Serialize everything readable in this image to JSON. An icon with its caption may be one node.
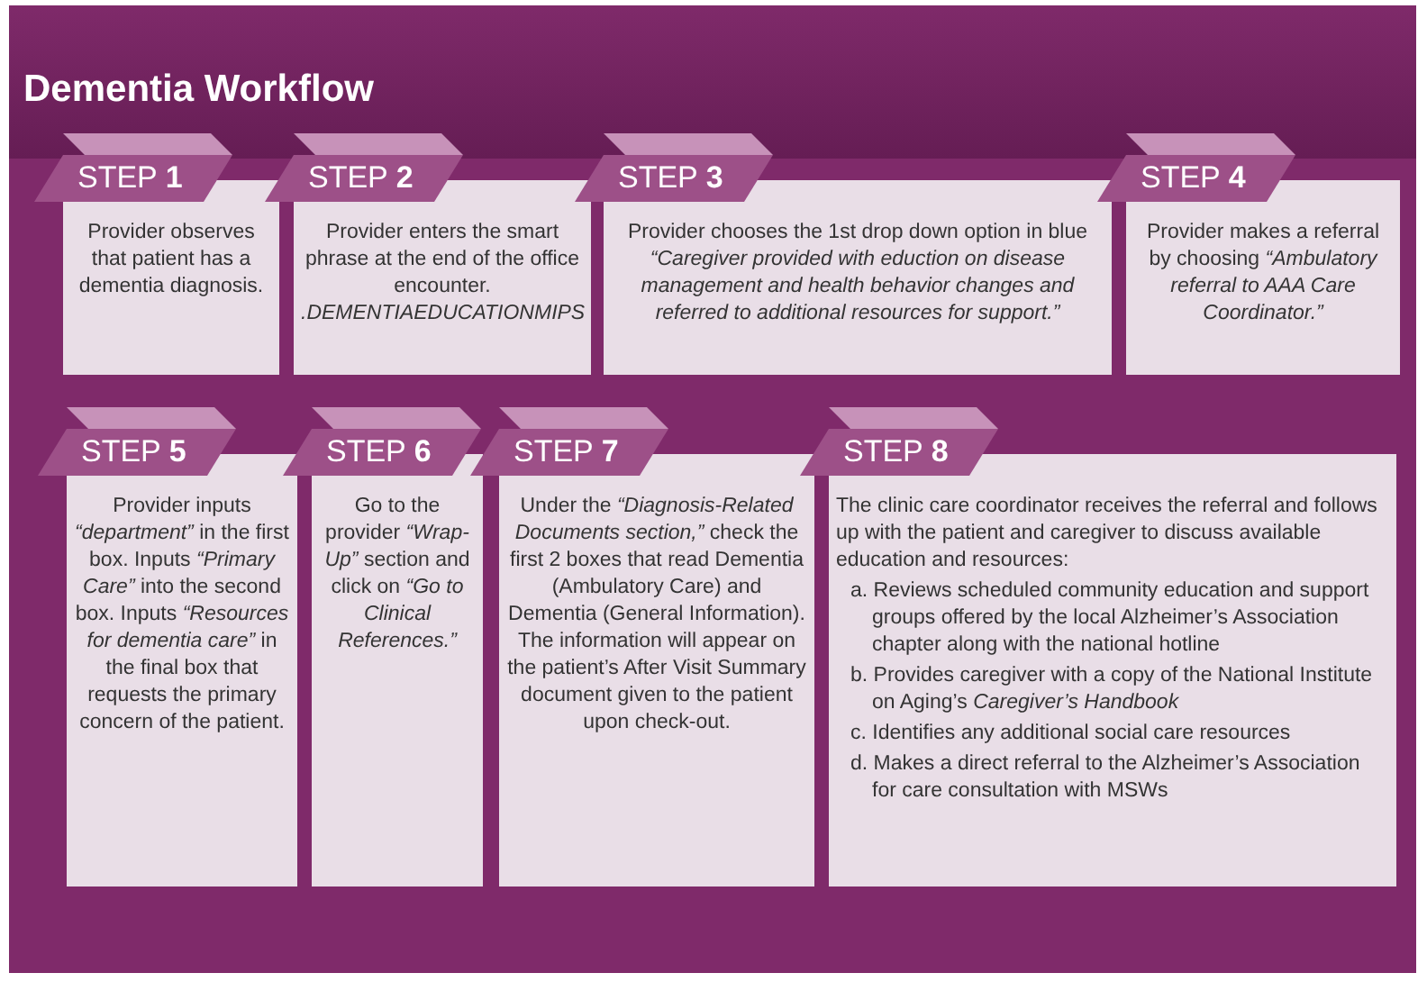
{
  "diagram": {
    "title": "Dementia Workflow",
    "nodes": [
      {
        "text": [
          "STEP **1**",
          "Provider observes that patient has a dementia diagnosis."
        ]
      },
      {
        "text": [
          "STEP **2**",
          "Provider enters the smart phrase at the end of the office encounter. *.DEMENTIAEDUCATIONMIPS*"
        ]
      },
      {
        "text": [
          "STEP **3**",
          "Provider chooses the 1st drop down option in blue *“Caregiver provided with eduction on disease management and health behavior changes and referred to additional resources for support.”*"
        ]
      },
      {
        "text": [
          "STEP **4**",
          "Provider makes a referral by choosing *“Ambulatory referral to AAA Care Coordinator.”*"
        ]
      },
      {
        "text": [
          "STEP **5**",
          "Provider inputs *“department”* in the first box. Inputs *“Primary Care”* into the second box. Inputs *“Resources for dementia care”* in the final box that requests the primary concern of the patient."
        ]
      },
      {
        "text": [
          "STEP **6**",
          "Go to the provider *“Wrap-Up”* section and click on *“Go to Clinical References.”*"
        ]
      },
      {
        "text": [
          "STEP **7**",
          "Under the *“Diagnosis-Related Documents section,”* check the first 2 boxes that read Dementia (Ambulatory Care) and Dementia (General Information). The information will appear on the patient’s After Visit Summary document given to the patient upon check-out."
        ]
      },
      {
        "text": [
          "STEP **8**",
          "The clinic care coordinator receives the referral and follows up with the patient and caregiver to discuss available education and resources:",
          "a. Reviews scheduled community education and support groups offered by the local Alzheimer’s Association chapter along with the national hotline",
          "b. Provides caregiver with a copy of the National Institute on Aging’s *Caregiver’s Handbook*",
          "c. Identifies any additional social care resources",
          "d. Makes a direct referral to the Alzheimer’s Association for care consultation with MSWs"
        ]
      }
    ]
  }
}
